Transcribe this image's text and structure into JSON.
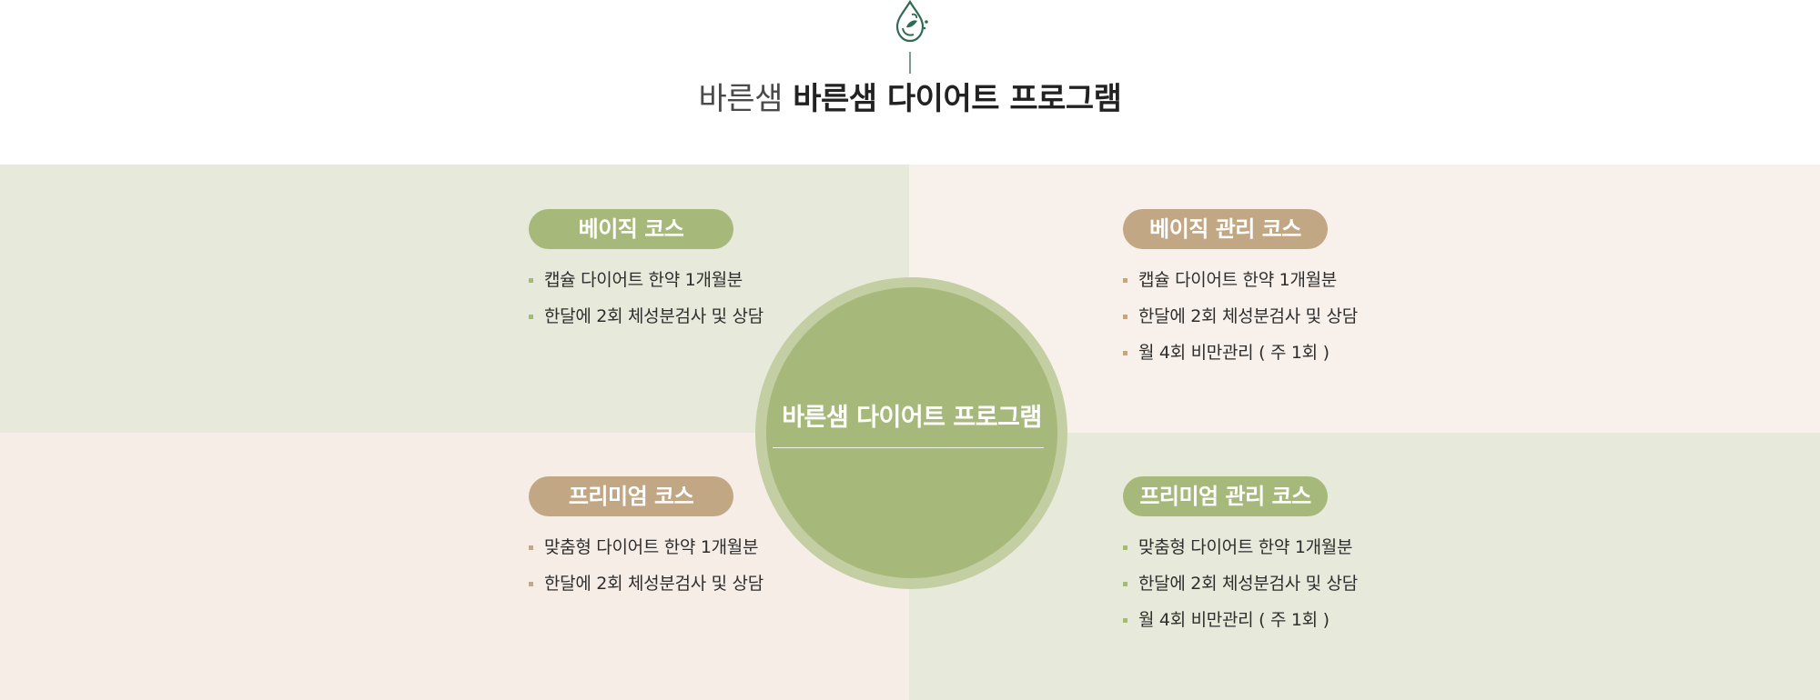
{
  "header": {
    "logo_icon": "water-drop-leaf-icon",
    "title_light": "바른샘",
    "title_bold": "바른샘 다이어트 프로그램"
  },
  "center": {
    "title": "바른샘 다이어트 프로그램"
  },
  "courses": [
    {
      "label": "베이직 코스",
      "badge_color": "#a6b97a",
      "items": [
        "캡슐 다이어트 한약 1개월분",
        "한달에 2회 체성분검사 및 상담"
      ]
    },
    {
      "label": "베이직 관리 코스",
      "badge_color": "#c2a784",
      "items": [
        "캡슐 다이어트 한약 1개월분",
        "한달에 2회 체성분검사 및 상담",
        "월 4회 비만관리 ( 주 1회 )"
      ]
    },
    {
      "label": "프리미엄 코스",
      "badge_color": "#c2a784",
      "items": [
        "맞춤형 다이어트 한약 1개월분",
        "한달에 2회 체성분검사 및 상담"
      ]
    },
    {
      "label": "프리미엄 관리 코스",
      "badge_color": "#a6b97a",
      "items": [
        "맞춤형 다이어트 한약 1개월분",
        "한달에 2회 체성분검사 및 상담",
        "월 4회 비만관리 ( 주 1회 )"
      ]
    }
  ],
  "colors": {
    "green": "#a6b97a",
    "tan": "#c2a784",
    "green_bg": "#e7eadb",
    "beige_bg": "#f8f1eb",
    "logo": "#2f6b52"
  }
}
